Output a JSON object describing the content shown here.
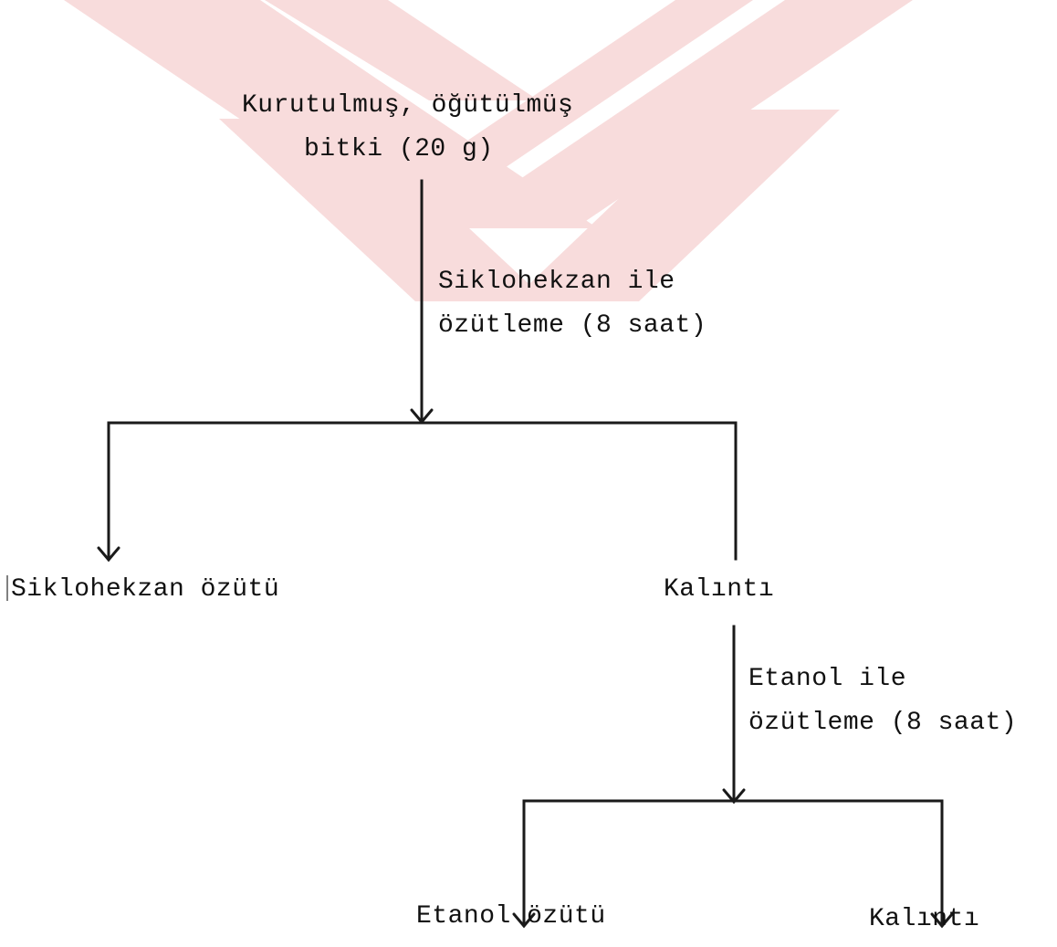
{
  "colors": {
    "watermark": "#f8dcdc",
    "ink": "#1a1a1a",
    "background": "#ffffff"
  },
  "nodes": {
    "start": {
      "line1": "Kurutulmuş, öğütülmüş",
      "line2": "bitki (20 g)"
    },
    "step1": {
      "line1": "Siklohekzan ile",
      "line2": "özütleme (8 saat)"
    },
    "cyclohexane_extract": "Siklohekzan özütü",
    "residue1": "Kalıntı",
    "step2": {
      "line1": "Etanol ile",
      "line2": "özütleme (8 saat)"
    },
    "ethanol_extract": "Etanol özütü",
    "residue2": "Kalıntı"
  }
}
